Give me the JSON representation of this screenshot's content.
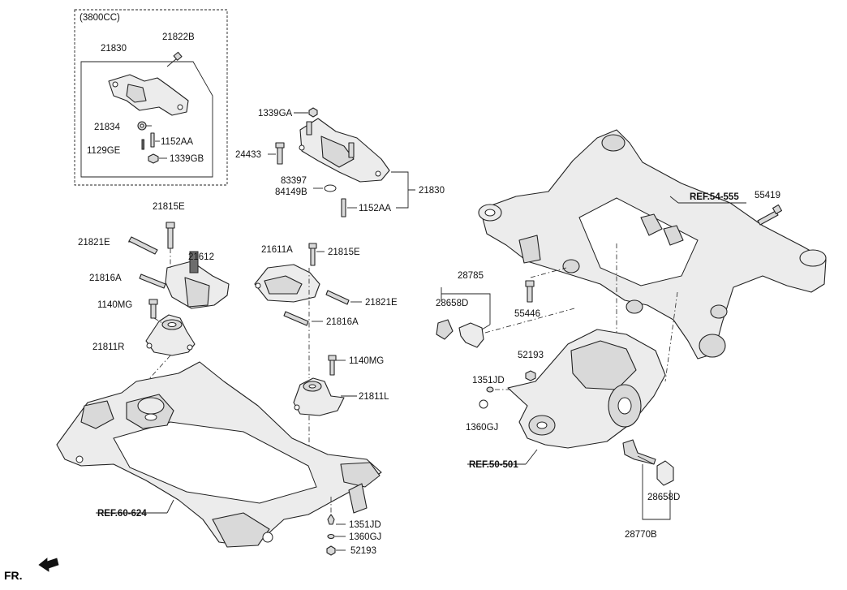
{
  "labels": {
    "group_3800cc": "(3800CC)",
    "p21830_top": "21830",
    "p21822B": "21822B",
    "p21834": "21834",
    "p1152AA_top": "1152AA",
    "p1129GE": "1129GE",
    "p1339GB": "1339GB",
    "p1339GA": "1339GA",
    "p24433": "24433",
    "p83397": "83397",
    "p84149B": "84149B",
    "p21830_mid": "21830",
    "p1152AA_mid": "1152AA",
    "p21815E_left": "21815E",
    "p21821E_left": "21821E",
    "p21612": "21612",
    "p21816A_left": "21816A",
    "p1140MG_left": "1140MG",
    "p21811R": "21811R",
    "p21611A": "21611A",
    "p21815E_right": "21815E",
    "p21821E_right": "21821E",
    "p21816A_right": "21816A",
    "p1140MG_right": "1140MG",
    "p21811L": "21811L",
    "p1351JD_bottom": "1351JD",
    "p1360GJ_bottom": "1360GJ",
    "p52193_bottom": "52193",
    "ref_60_624": "REF.60-624",
    "ref_54_555": "REF.54-555",
    "p55419": "55419",
    "p28785": "28785",
    "p28658D_left": "28658D",
    "p55446": "55446",
    "p52193_right": "52193",
    "p1351JD_right": "1351JD",
    "p1360GJ_right": "1360GJ",
    "ref_50_501": "REF.50-501",
    "p28658D_right": "28658D",
    "p28770B": "28770B",
    "front_indicator": "FR."
  }
}
